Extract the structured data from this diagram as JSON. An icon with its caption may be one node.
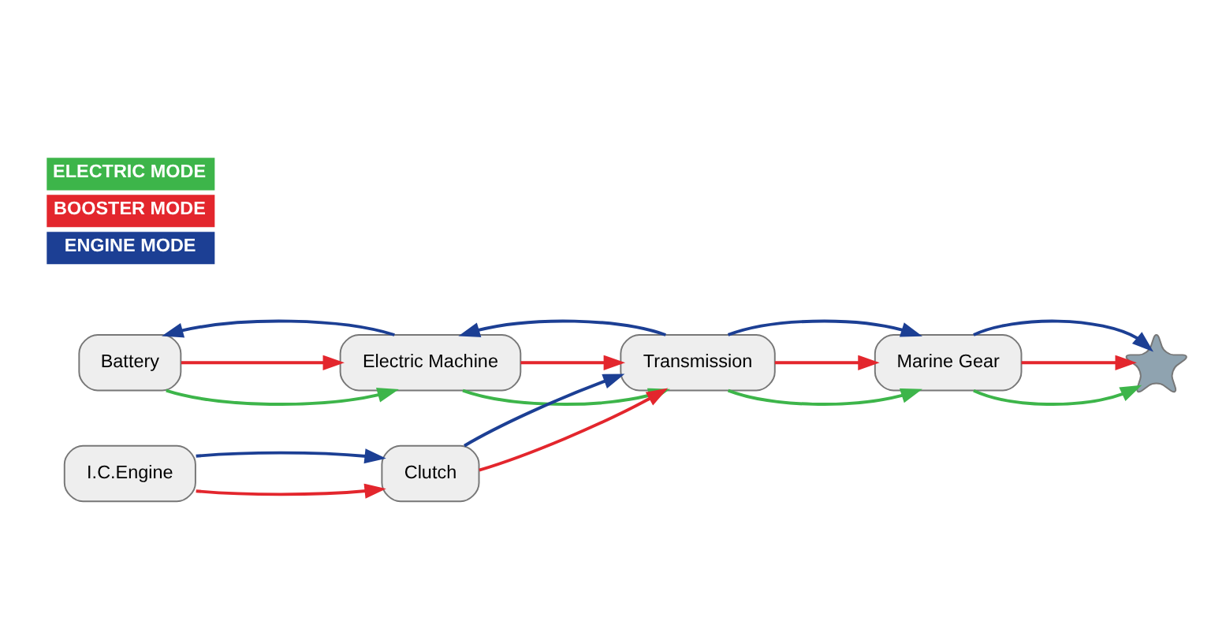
{
  "diagram": {
    "nodes": [
      {
        "text": [
          "Battery"
        ]
      },
      {
        "text": [
          "Electric Machine"
        ]
      },
      {
        "text": [],
        "shape": "propeller"
      },
      {
        "text": [
          "Marine Gear"
        ]
      },
      {
        "text": [
          "Transmission"
        ]
      },
      {
        "text": [
          "Clutch"
        ]
      },
      {
        "text": [
          "I.C.Engine"
        ]
      }
    ],
    "edges": [
      {
        "from": 0,
        "to": 1,
        "arrow": "to",
        "color": "#3db54a"
      },
      {
        "from": 0,
        "to": 1,
        "arrow": "to",
        "color": "#e3262d"
      },
      {
        "from": 1,
        "to": 0,
        "arrow": "to",
        "color": "#1c3f94"
      },
      {
        "from": 1,
        "to": 4,
        "arrow": "to",
        "color": "#3db54a"
      },
      {
        "from": 1,
        "to": 4,
        "arrow": "to",
        "color": "#e3262d"
      },
      {
        "from": 4,
        "to": 1,
        "arrow": "to",
        "color": "#1c3f94"
      },
      {
        "from": 6,
        "to": 5,
        "arrow": "to",
        "color": "#e3262d"
      },
      {
        "from": 6,
        "to": 5,
        "arrow": "to",
        "color": "#1c3f94"
      },
      {
        "from": 5,
        "to": 4,
        "arrow": "to",
        "color": "#e3262d"
      },
      {
        "from": 5,
        "to": 4,
        "arrow": "to",
        "color": "#1c3f94"
      },
      {
        "from": 4,
        "to": 3,
        "arrow": "to",
        "color": "#3db54a"
      },
      {
        "from": 4,
        "to": 3,
        "arrow": "to",
        "color": "#e3262d"
      },
      {
        "from": 4,
        "to": 3,
        "arrow": "to",
        "color": "#1c3f94"
      },
      {
        "from": 3,
        "to": 2,
        "arrow": "to",
        "color": "#3db54a"
      },
      {
        "from": 3,
        "to": 2,
        "arrow": "to",
        "color": "#e3262d"
      },
      {
        "from": 3,
        "to": 2,
        "arrow": "to",
        "color": "#1c3f94"
      }
    ],
    "legend": [
      {
        "text": "ELECTRIC MODE",
        "color": "#3db54a"
      },
      {
        "text": "BOOSTER MODE",
        "color": "#e3262d"
      },
      {
        "text": "ENGINE MODE",
        "color": "#1c3f94"
      }
    ]
  }
}
